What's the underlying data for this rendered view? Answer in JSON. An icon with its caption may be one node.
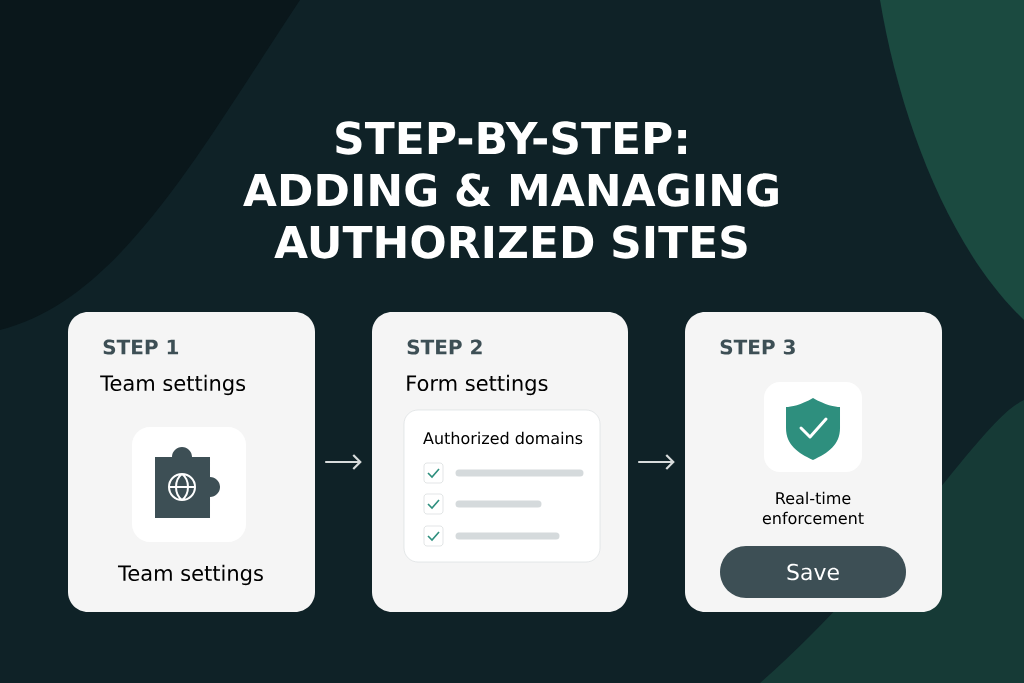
{
  "diagram": {
    "title": "STEP-BY-STEP: ADDING & MANAGING AUTHORIZED SITES",
    "nodes": [
      {
        "text": [
          "STEP 1",
          "Team settings",
          "Team settings"
        ]
      },
      {
        "text": [
          "STEP 2",
          "Form settings"
        ]
      },
      {
        "text": [
          "Authorized domains"
        ],
        "in": 1
      },
      {
        "text": [
          "STEP 3",
          "Real-time enforcement"
        ]
      },
      {
        "text": [
          "Save"
        ],
        "in": 3
      }
    ],
    "edges": [
      {
        "from": 0,
        "to": 1,
        "arrow": "to"
      },
      {
        "from": 1,
        "to": 3,
        "arrow": "to"
      }
    ]
  }
}
